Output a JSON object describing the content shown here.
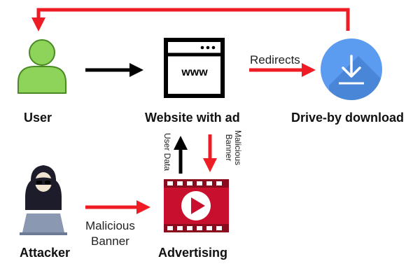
{
  "nodes": {
    "user": {
      "label": "User"
    },
    "website": {
      "label": "Website with ad",
      "screen_text": "www"
    },
    "download": {
      "label": "Drive-by download"
    },
    "attacker": {
      "label": "Attacker"
    },
    "advertising": {
      "label": "Advertising"
    }
  },
  "edges": {
    "redirects": {
      "label": "Redirects"
    },
    "user_data": {
      "label": "User Data"
    },
    "malicious_banner_vertical": {
      "line1": "Malicious",
      "line2": "Banner"
    },
    "malicious_banner": {
      "line1": "Malicious",
      "line2": "Banner"
    }
  },
  "colors": {
    "red_arrow": "#ee1c24",
    "black_arrow": "#000000",
    "user_green": "#8ed45a",
    "download_blue": "#5b9cf0",
    "ad_red": "#c8102e",
    "hood_dark": "#1c1c2a",
    "laptop_gray": "#8a98b2"
  },
  "icons": {
    "user": "person-icon",
    "website": "browser-window-icon",
    "download": "download-icon",
    "attacker": "hacker-icon",
    "advertising": "video-play-icon"
  }
}
